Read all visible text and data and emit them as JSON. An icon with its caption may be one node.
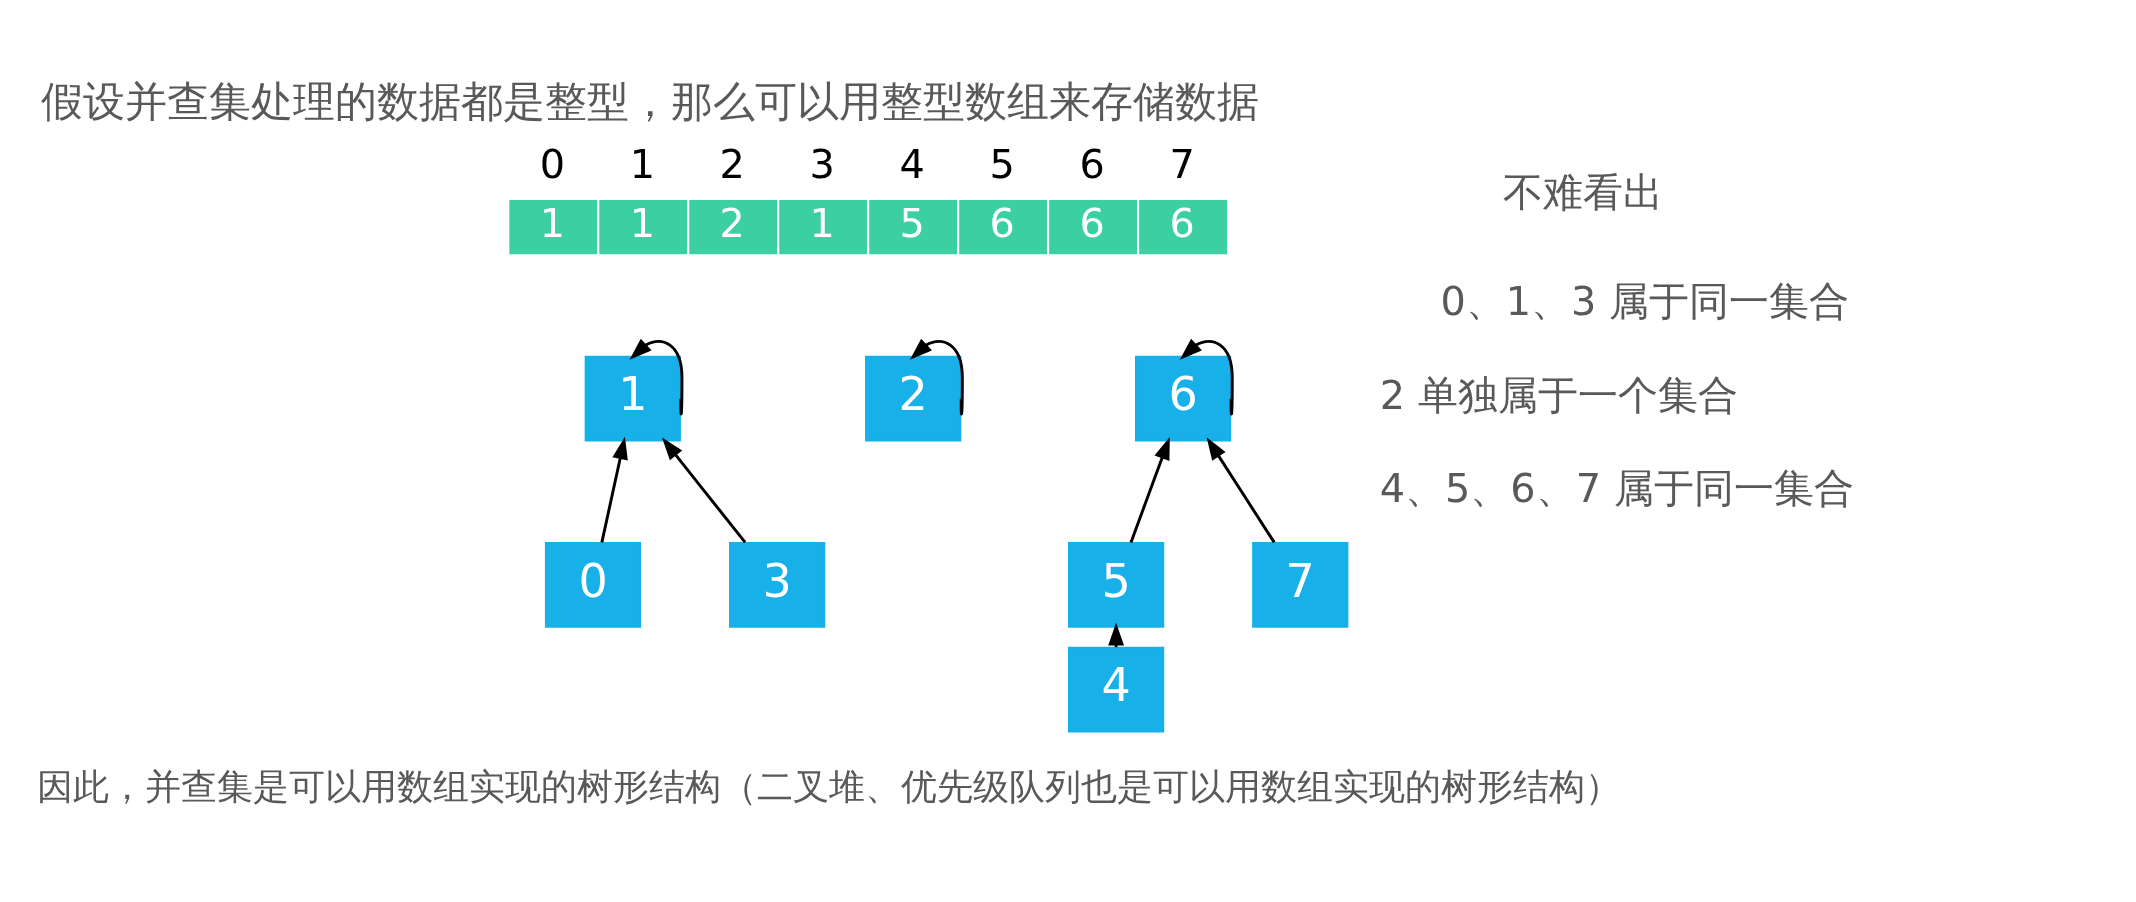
{
  "diagram": {
    "title": "假设并查集处理的数据都是整型，那么可以用整型数组来存储数据",
    "nodes": [
      {
        "text": [
          "1"
        ],
        "beside": [
          "0"
        ]
      },
      {
        "text": [
          "1"
        ],
        "beside": [
          "1"
        ]
      },
      {
        "text": [
          "2"
        ],
        "beside": [
          "2"
        ]
      },
      {
        "text": [
          "1"
        ],
        "beside": [
          "3"
        ]
      },
      {
        "text": [
          "5"
        ],
        "beside": [
          "4"
        ]
      },
      {
        "text": [
          "6"
        ],
        "beside": [
          "5"
        ]
      },
      {
        "text": [
          "6"
        ],
        "beside": [
          "6"
        ]
      },
      {
        "text": [
          "6"
        ],
        "beside": [
          "7"
        ]
      },
      {
        "text": [
          "1"
        ]
      },
      {
        "text": [
          "2"
        ]
      },
      {
        "text": [
          "6"
        ]
      },
      {
        "text": [
          "0"
        ]
      },
      {
        "text": [
          "3"
        ]
      },
      {
        "text": [
          "5"
        ]
      },
      {
        "text": [
          "7"
        ]
      },
      {
        "text": [
          "4"
        ]
      }
    ],
    "edges": [
      {
        "from": 8,
        "to": 8,
        "arrow": "to"
      },
      {
        "from": 11,
        "to": 8,
        "arrow": "to"
      },
      {
        "from": 12,
        "to": 8,
        "arrow": "to"
      },
      {
        "from": 9,
        "to": 9,
        "arrow": "to"
      },
      {
        "from": 10,
        "to": 10,
        "arrow": "to"
      },
      {
        "from": 13,
        "to": 10,
        "arrow": "to"
      },
      {
        "from": 14,
        "to": 10,
        "arrow": "to"
      },
      {
        "from": 15,
        "to": 13,
        "arrow": "to"
      }
    ],
    "labels": [
      "不难看出",
      "0、1、3 属于同一集合",
      "2 单独属于一个集合",
      "4、5、6、7 属于同一集合",
      "因此，并查集是可以用数组实现的树形结构（二叉堆、优先级队列也是可以用数组实现的树形结构）"
    ]
  }
}
